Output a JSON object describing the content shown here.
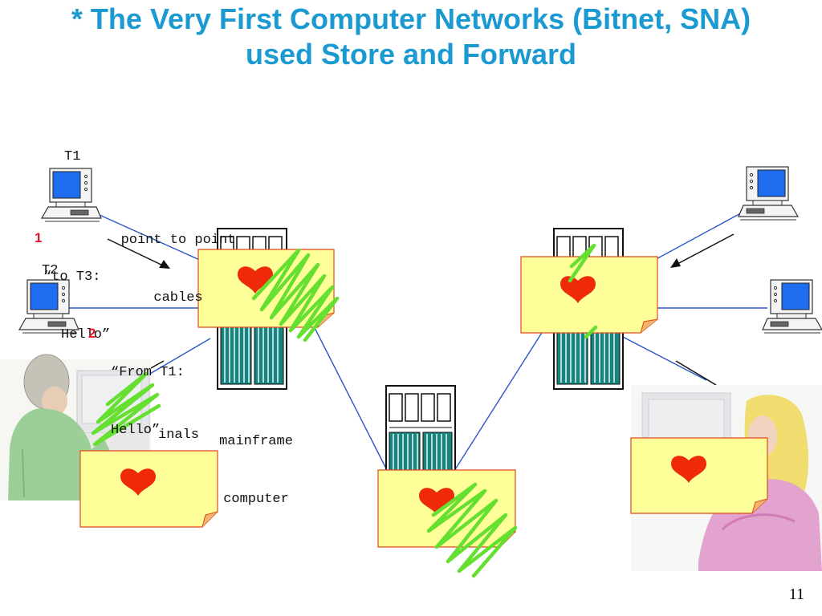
{
  "title": {
    "line1": "* The Very First Computer Networks (Bitnet, SNA)",
    "line2": "used Store and Forward"
  },
  "labels": {
    "t1": "T1",
    "t2": "T2",
    "cables_line1": "point to point",
    "cables_line2": "cables",
    "msg1_num": "1",
    "msg1_line1": "“to T3:",
    "msg1_line2": "Hello”",
    "msg2_num": "2",
    "msg2_line1": "“From T1:",
    "msg2_line2": "Hello”",
    "mainframe_line1": "mainframe",
    "mainframe_line2": "computer",
    "terminals_fragment": "inals"
  },
  "page_number": "11",
  "colors": {
    "title": "#1a9ad0",
    "number": "#e4122b",
    "cable": "#2a56c8",
    "note_fill": "#ffff99",
    "note_border": "#e0491d",
    "heart": "#ee2a0a",
    "scribble": "#66e030",
    "screen": "#1e6cf0",
    "mainframe_slot": "#17857f"
  },
  "icons": {
    "terminal": "computer-terminal-icon",
    "mainframe": "mainframe-icon",
    "heart": "heart-icon",
    "note": "sticky-note",
    "scribble": "scribble"
  }
}
